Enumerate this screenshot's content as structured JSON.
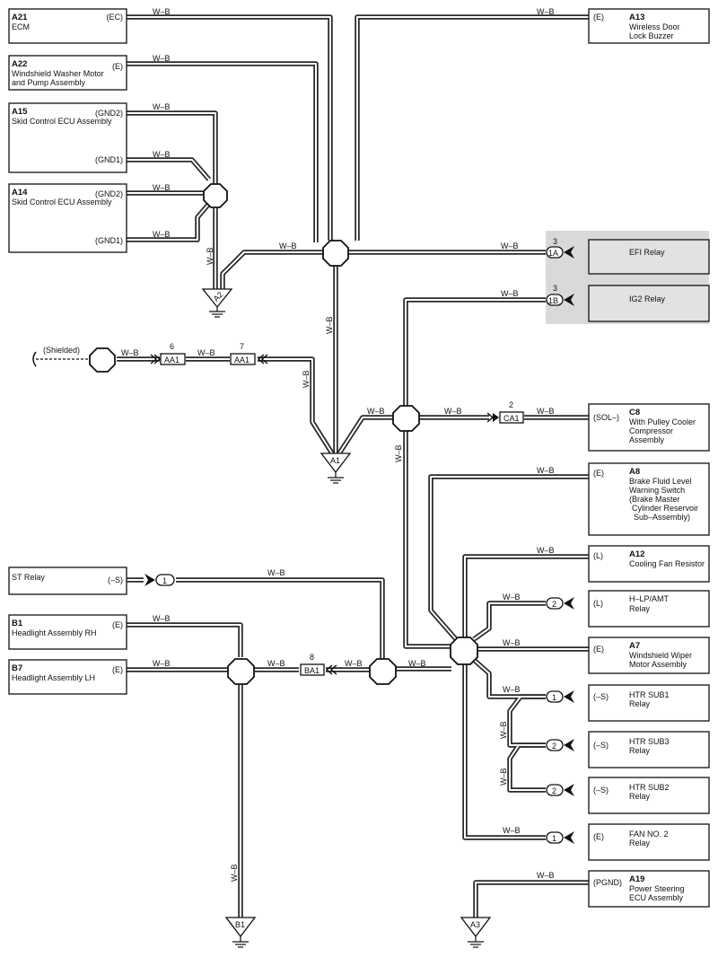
{
  "wire_color": "W–B",
  "shielded": "(Shielded)",
  "components": {
    "a21": {
      "id": "A21",
      "name": [
        "ECM"
      ],
      "pin": "(EC)"
    },
    "a22": {
      "id": "A22",
      "name": [
        "Windshield Washer Motor",
        "and Pump Assembly"
      ],
      "pin": "(E)"
    },
    "a15": {
      "id": "A15",
      "name": [
        "Skid Control ECU Assembly"
      ],
      "pin1": "(GND2)",
      "pin2": "(GND1)"
    },
    "a14": {
      "id": "A14",
      "name": [
        "Skid Control ECU Assembly"
      ],
      "pin1": "(GND2)",
      "pin2": "(GND1)"
    },
    "a13": {
      "id": "A13",
      "name": [
        "Wireless Door",
        "Lock Buzzer"
      ],
      "pin": "(E)"
    },
    "efi": {
      "name": [
        "EFI Relay"
      ],
      "conn": "1A",
      "pinno": "3"
    },
    "ig2": {
      "name": [
        "IG2 Relay"
      ],
      "conn": "1B",
      "pinno": "3"
    },
    "c8": {
      "id": "C8",
      "name": [
        "With Pulley Cooler",
        "Compressor",
        "Assembly"
      ],
      "pin": "(SOL–)"
    },
    "a8": {
      "id": "A8",
      "name": [
        "Brake Fluid Level",
        "Warning Switch",
        "(Brake Master",
        "Cylinder Reservoir",
        "Sub–Assembly)"
      ],
      "pin": "(E)"
    },
    "a12": {
      "id": "A12",
      "name": [
        "Cooling Fan Resistor"
      ],
      "pin": "(L)"
    },
    "hlp": {
      "name": [
        "H–LP/AMT",
        "Relay"
      ],
      "pin": "(L)",
      "conn": "2"
    },
    "a7": {
      "id": "A7",
      "name": [
        "Windshield Wiper",
        "Motor Assembly"
      ],
      "pin": "(E)"
    },
    "htr1": {
      "name": [
        "HTR SUB1",
        "Relay"
      ],
      "pin": "(–S)",
      "conn": "1"
    },
    "htr3": {
      "name": [
        "HTR SUB3",
        "Relay"
      ],
      "pin": "(–S)",
      "conn": "2"
    },
    "htr2": {
      "name": [
        "HTR SUB2",
        "Relay"
      ],
      "pin": "(–S)",
      "conn": "2"
    },
    "fan2": {
      "name": [
        "FAN NO. 2",
        "Relay"
      ],
      "pin": "(E)",
      "conn": "1"
    },
    "a19": {
      "id": "A19",
      "name": [
        "Power Steering",
        "ECU Assembly"
      ],
      "pin": "(PGND)"
    },
    "st": {
      "name": [
        "ST Relay"
      ],
      "pin": "(–S)",
      "conn": "1"
    },
    "b1": {
      "id": "B1",
      "name": [
        "Headlight Assembly RH"
      ],
      "pin": "(E)"
    },
    "b7": {
      "id": "B7",
      "name": [
        "Headlight Assembly LH"
      ],
      "pin": "(E)"
    }
  },
  "inline_connectors": {
    "aa1a": {
      "label": "AA1",
      "pin": "6"
    },
    "aa1b": {
      "label": "AA1",
      "pin": "7"
    },
    "ca1": {
      "label": "CA1",
      "pin": "2"
    },
    "ba1": {
      "label": "BA1",
      "pin": "8"
    }
  },
  "grounds": {
    "a1": "A1",
    "a2": "A2",
    "a3": "A3",
    "b1": "B1"
  }
}
